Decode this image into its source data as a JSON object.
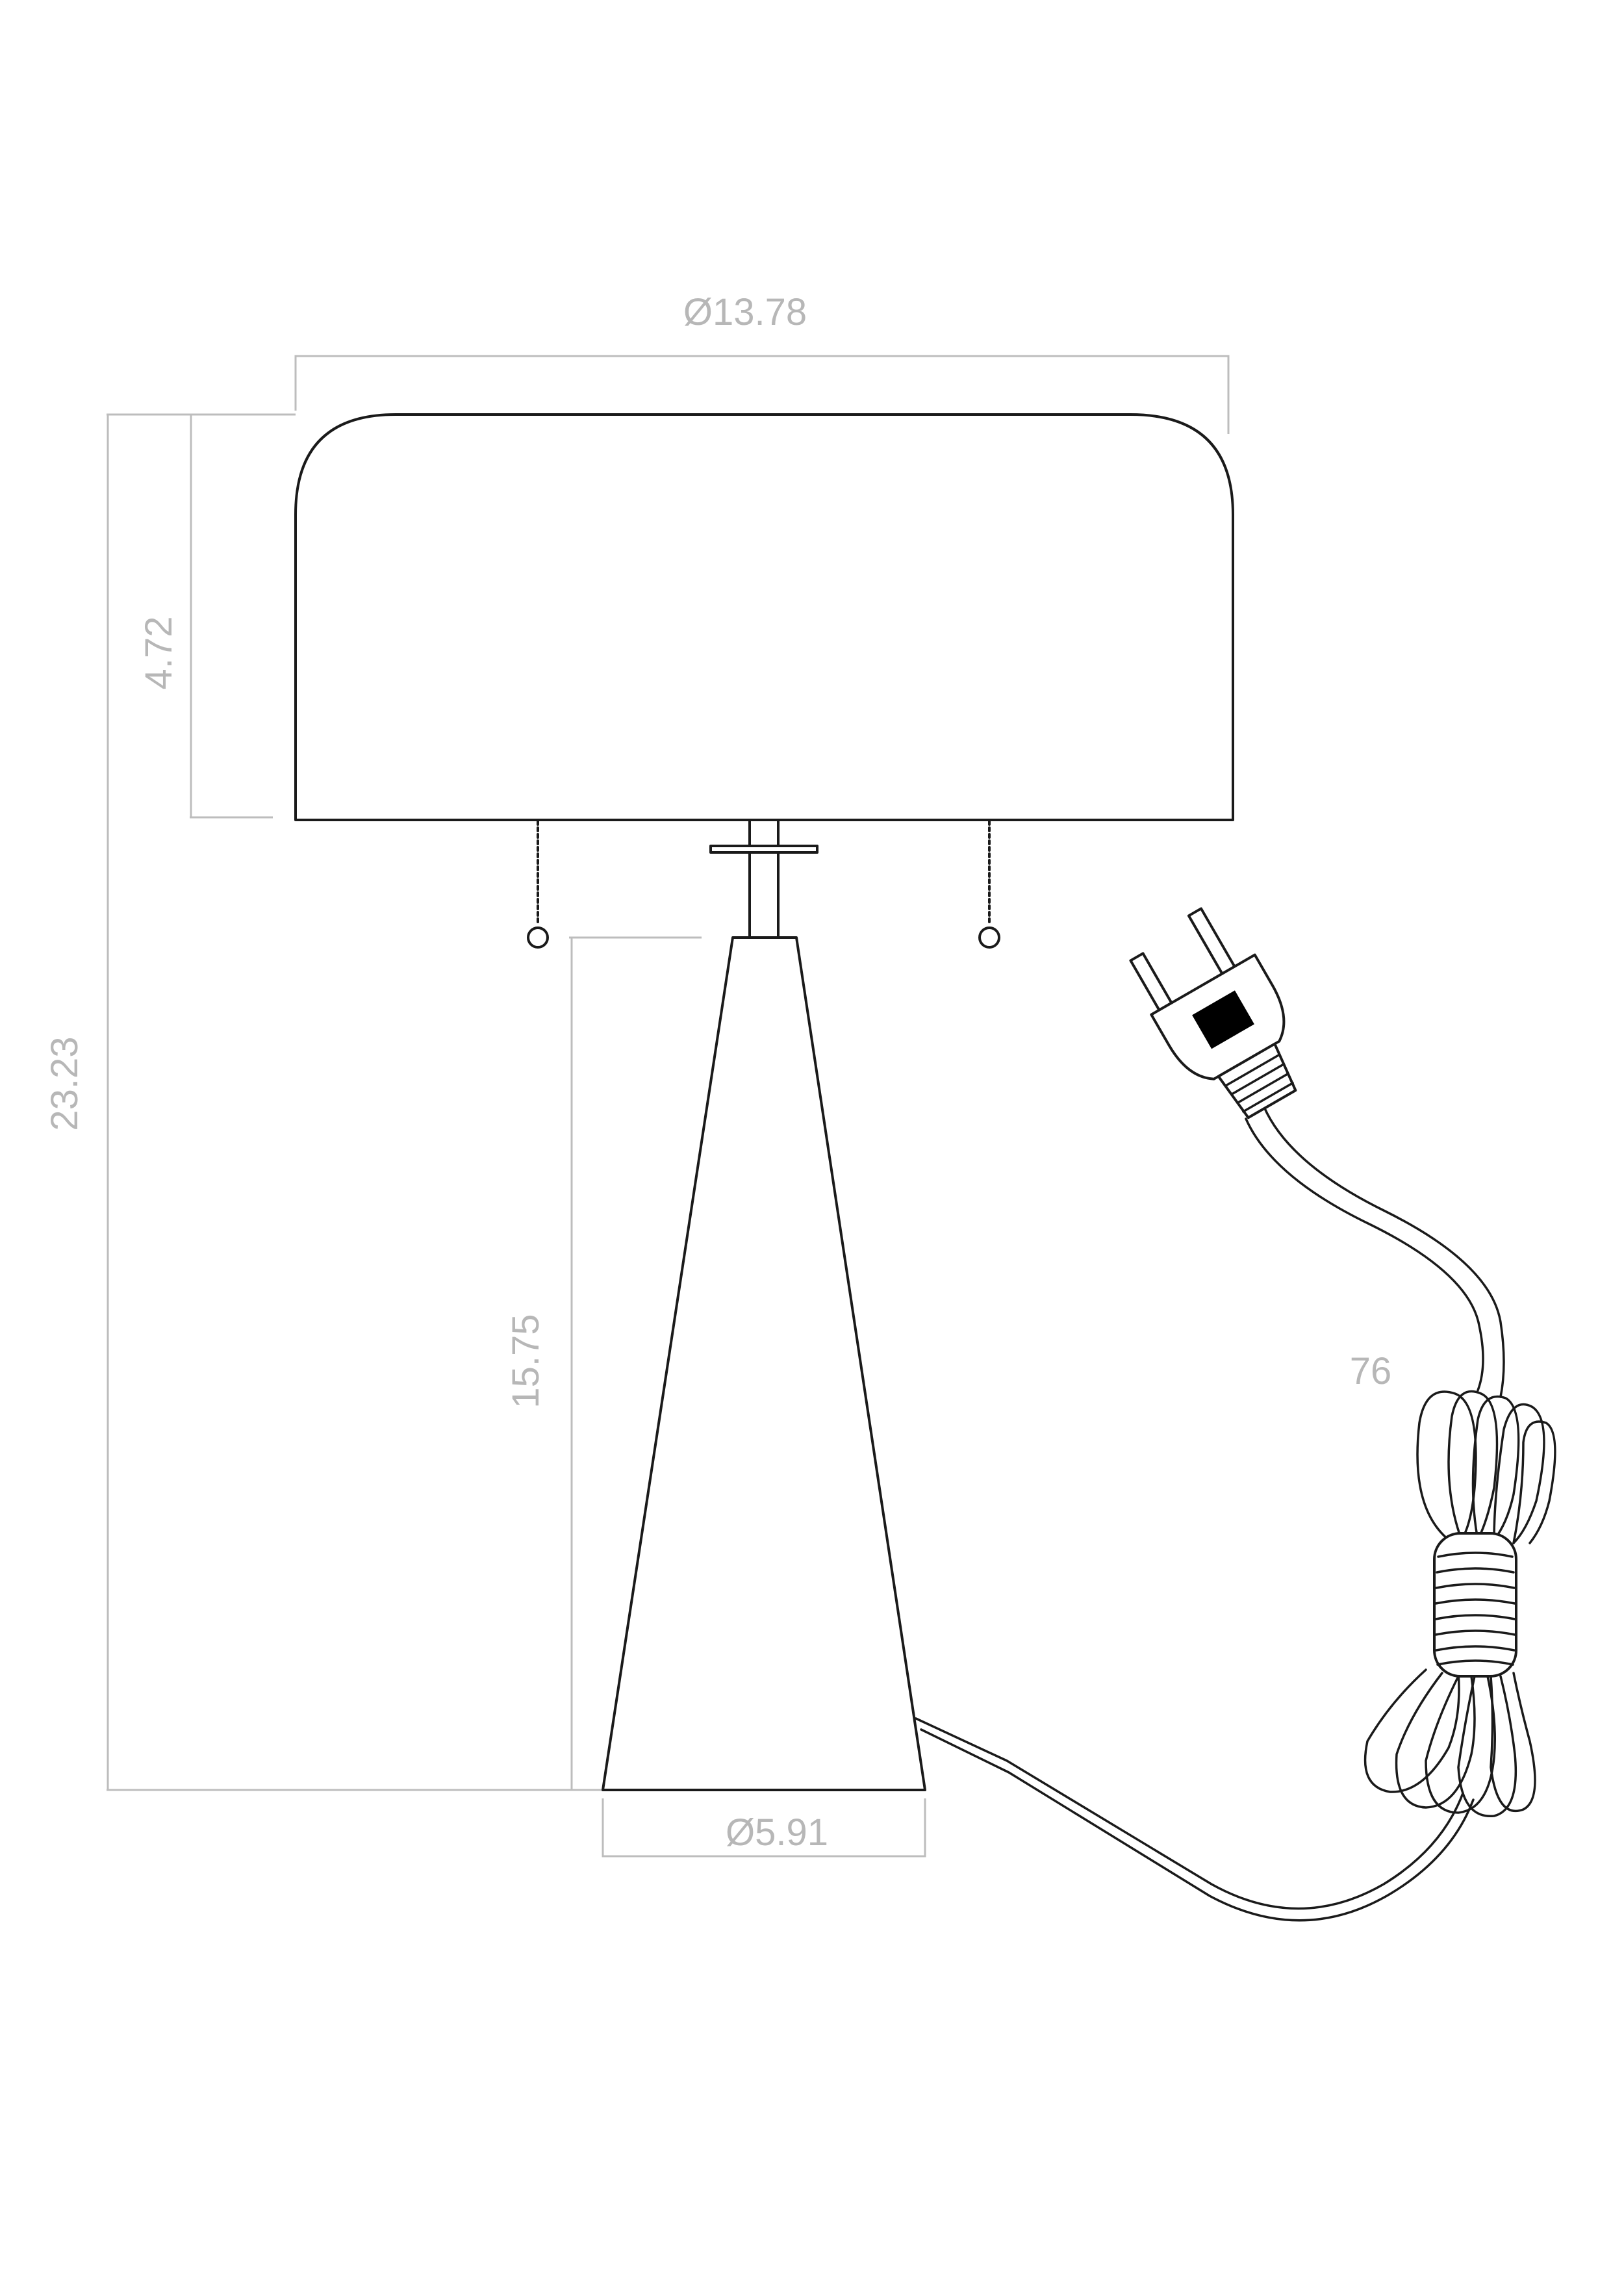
{
  "dimensions": {
    "shade_diameter": "Ø13.78",
    "shade_height": "4.72",
    "overall_height": "23.23",
    "base_height": "15.75",
    "base_diameter": "Ø5.91",
    "cord_length": "76"
  },
  "colors": {
    "line": "#1a1a1a",
    "dimension": "#bdbdbd",
    "dimension_text": "#b7b7b7",
    "plug_block": "#000000"
  }
}
